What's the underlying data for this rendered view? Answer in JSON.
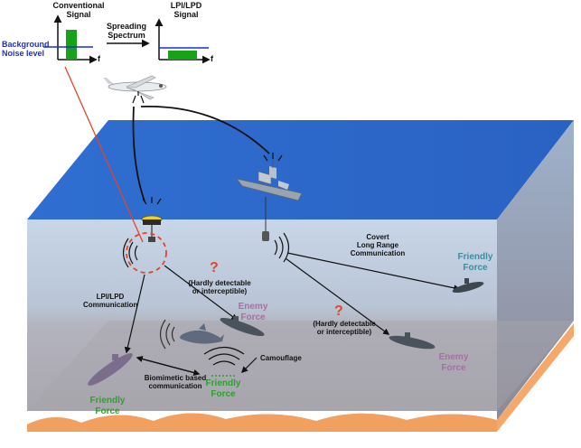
{
  "inset": {
    "conventional_label": "Conventional\nSignal",
    "lpi_label": "LPI/LPD\nSignal",
    "spreading_label": "Spreading\nSpectrum",
    "noise_label": "Background\nNoise level",
    "axis_f": "f"
  },
  "labels": {
    "covert": "Covert\nLong Range\nCommunication",
    "friendly_top_right": "Friendly\nForce",
    "hardly_1": "(Hardly detectable\nor interceptible)",
    "hardly_2": "(Hardly detectable\nor interceptible)",
    "enemy_1": "Enemy\nForce",
    "enemy_2": "Enemy\nForce",
    "lpi_comm": "LPI/LPD\nCommunication",
    "camouflage": "Camouflage",
    "biomimetic": "Biomimetic based\ncommunication",
    "friendly_bottom_left": "Friendly\nForce",
    "friendly_bottom_mid": "Friendly\nForce",
    "question_mark": "?"
  },
  "colors": {
    "ocean_top": "#2e6fd0",
    "water_front": "#b7c7db",
    "seabed": "#f4a86a",
    "friendly_green": "#2fa02f",
    "enemy_pink": "#b06aa8",
    "teal": "#3a8fa0",
    "noise_blue": "#1a2fd6",
    "signal_green": "#17a317",
    "alert_red": "#e2452a"
  },
  "icons": [
    "aircraft-icon",
    "ship-icon",
    "buoy-icon",
    "submarine-icon",
    "dolphin-icon",
    "sonar-wave-icon"
  ]
}
